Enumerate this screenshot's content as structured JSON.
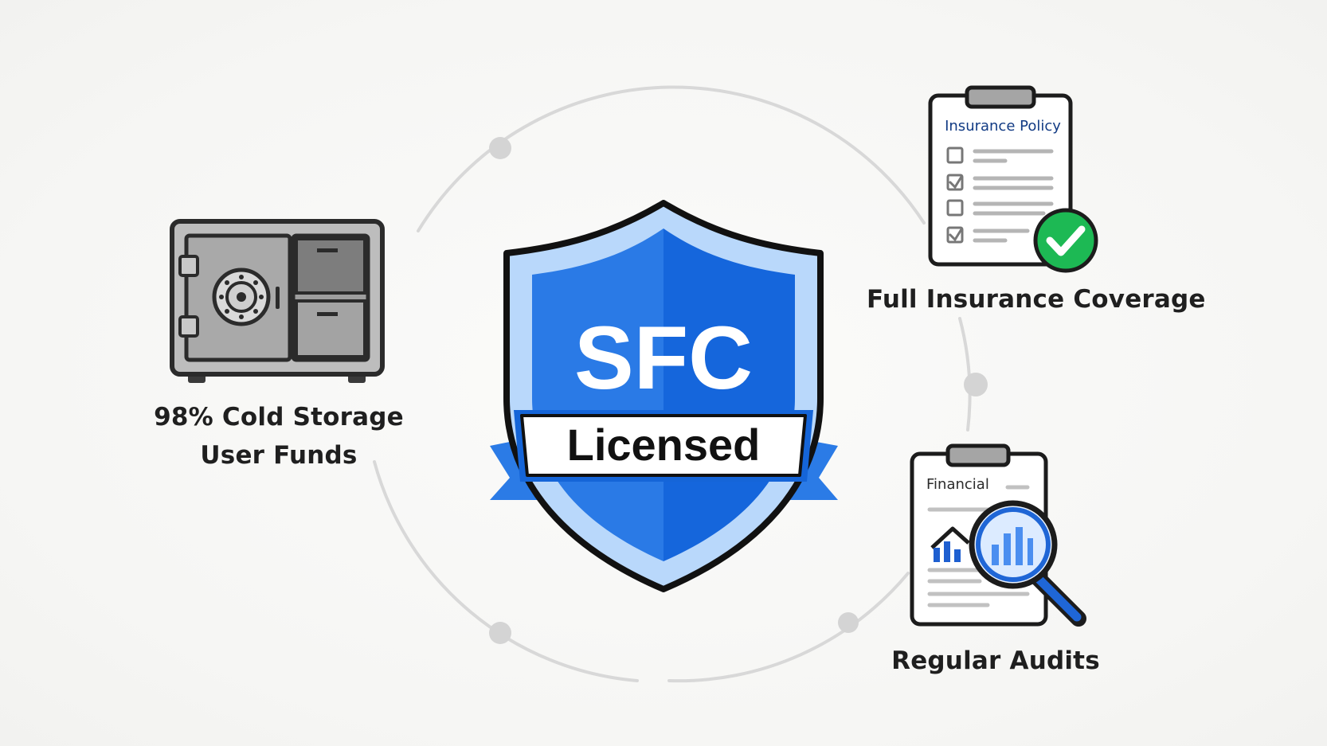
{
  "shield": {
    "title": "SFC",
    "ribbon": "Licensed"
  },
  "features": {
    "cold_storage": {
      "line1": "98% Cold Storage",
      "line2": "User Funds"
    },
    "insurance": {
      "label": "Full Insurance Coverage",
      "document_title": "Insurance Policy"
    },
    "audits": {
      "label": "Regular Audits",
      "document_title": "Financial"
    }
  },
  "colors": {
    "shield_blue": "#1e6fe0",
    "shield_dark_blue": "#0f5cd6",
    "shield_light": "#b9d8fb",
    "check_green": "#1db954",
    "safe_gray": "#9a9a9a",
    "ring_gray": "#d6d6d6"
  }
}
